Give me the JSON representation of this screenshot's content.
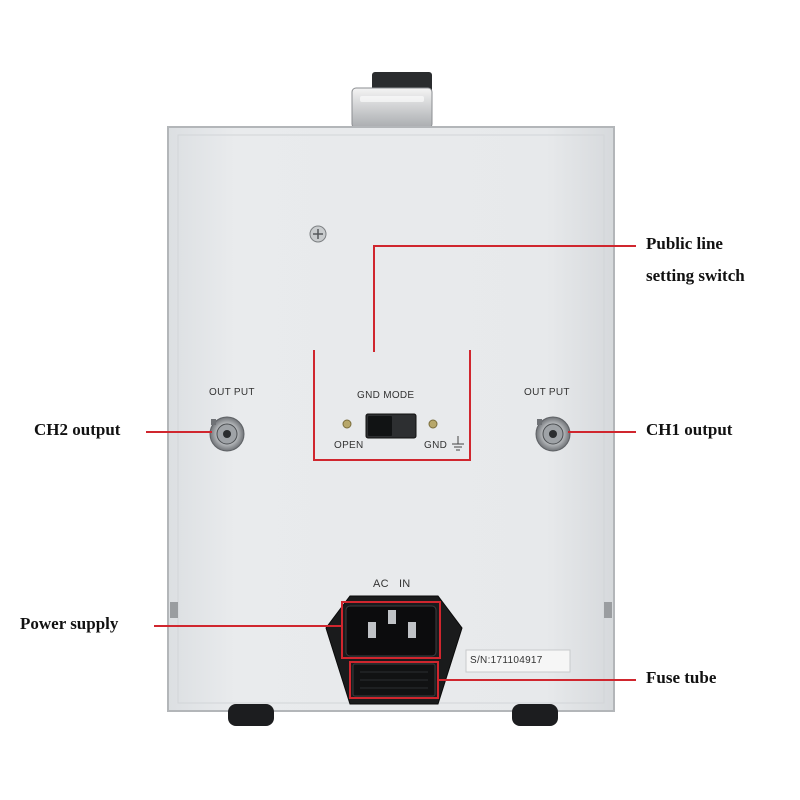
{
  "labels": {
    "public_line": [
      "Public line",
      "setting switch"
    ],
    "ch2_output": "CH2 output",
    "ch1_output": "CH1 output",
    "power_supply": "Power supply",
    "fuse_tube": "Fuse tube"
  },
  "panel": {
    "left_port_label": "OUT PUT",
    "right_port_label": "OUT PUT",
    "switch_title": "GND MODE",
    "switch_left": "OPEN",
    "switch_right": "GND",
    "ac_in": "AC   IN",
    "serial": "S/N:171104917"
  },
  "colors": {
    "callout_line": "#d0262e",
    "case": "#e6e8ea"
  }
}
